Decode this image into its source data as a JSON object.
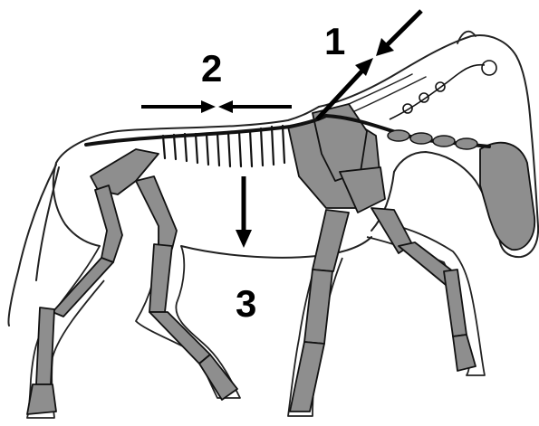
{
  "labels": {
    "one": "1",
    "two": "2",
    "three": "3"
  },
  "colors": {
    "bone": "#8e8e8e",
    "ink": "#111111",
    "background": "#ffffff"
  }
}
